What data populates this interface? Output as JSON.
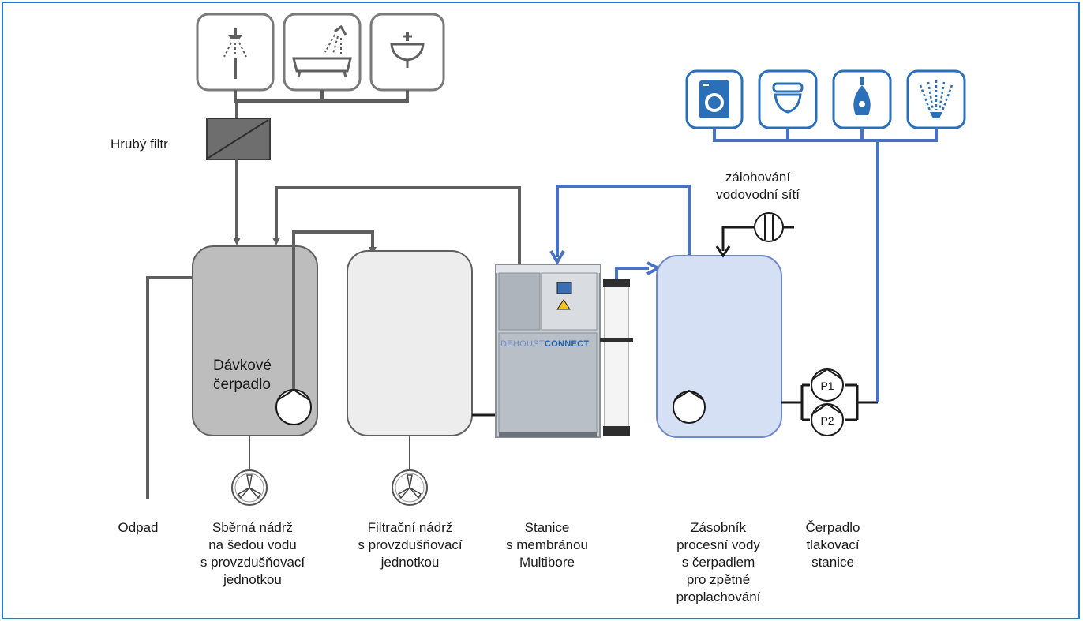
{
  "labels": {
    "coarse_filter": "Hrubý filtr",
    "mains_backup": "zálohování\nvodovodní sítí",
    "dosing_pump": "Dávkové\nčerpadlo",
    "waste": "Odpad",
    "greywater_tank": "Sběrná nádrž\nna šedou vodu\ns provzdušňovací\njednotkou",
    "filtration_tank": "Filtrační nádrž\ns provzdušňovací\njednotkou",
    "membrane_station": "Stanice\ns membránou\nMultibore",
    "process_water_tank": "Zásobník\nprocesní vody\ns čerpadlem\npro zpětné\nproplachování",
    "pressure_pump": "Čerpadlo\ntlakovací\nstanice",
    "pump_p1": "P1",
    "pump_p2": "P2"
  },
  "brand": {
    "part1": "DEHOUST",
    "part2": "CONNECT"
  },
  "sources_icons": [
    "shower-icon",
    "bathtub-icon",
    "washbasin-icon"
  ],
  "consumers_icons": [
    "washing-machine-icon",
    "toilet-icon",
    "urinal-icon",
    "sprinkler-icon"
  ],
  "colors": {
    "frame": "#1f7bd4",
    "grey_pipe": "#5f5f5f",
    "blue_pipe": "#4a72c4",
    "consumer_icon": "#2a6fb8",
    "greywater_tank_fill": "#bdbdbd",
    "filtration_tank_fill": "#e9e9e9",
    "process_tank_fill": "#d6e0f4"
  }
}
